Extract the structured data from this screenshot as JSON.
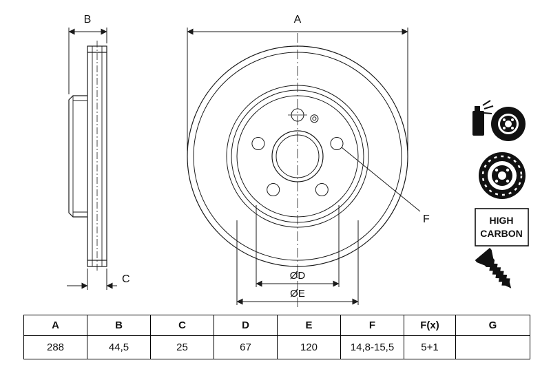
{
  "drawing": {
    "dims": {
      "a": "A",
      "b": "B",
      "c": "C",
      "d": "ØD",
      "e": "ØE",
      "f": "F"
    },
    "badge": {
      "line1": "HIGH",
      "line2": "CARBON"
    },
    "icons": {
      "spray": "coating-spray-icon",
      "disc": "brake-disc-icon",
      "carbon": "high-carbon-badge",
      "screw": "countersunk-screw-icon"
    },
    "colors": {
      "line": "#1a1a1a",
      "icon": "#111111",
      "background": "#ffffff"
    }
  },
  "table": {
    "headers": [
      "A",
      "B",
      "C",
      "D",
      "E",
      "F",
      "F(x)",
      "G"
    ],
    "values": [
      "288",
      "44,5",
      "25",
      "67",
      "120",
      "14,8-15,5",
      "5+1",
      ""
    ]
  }
}
